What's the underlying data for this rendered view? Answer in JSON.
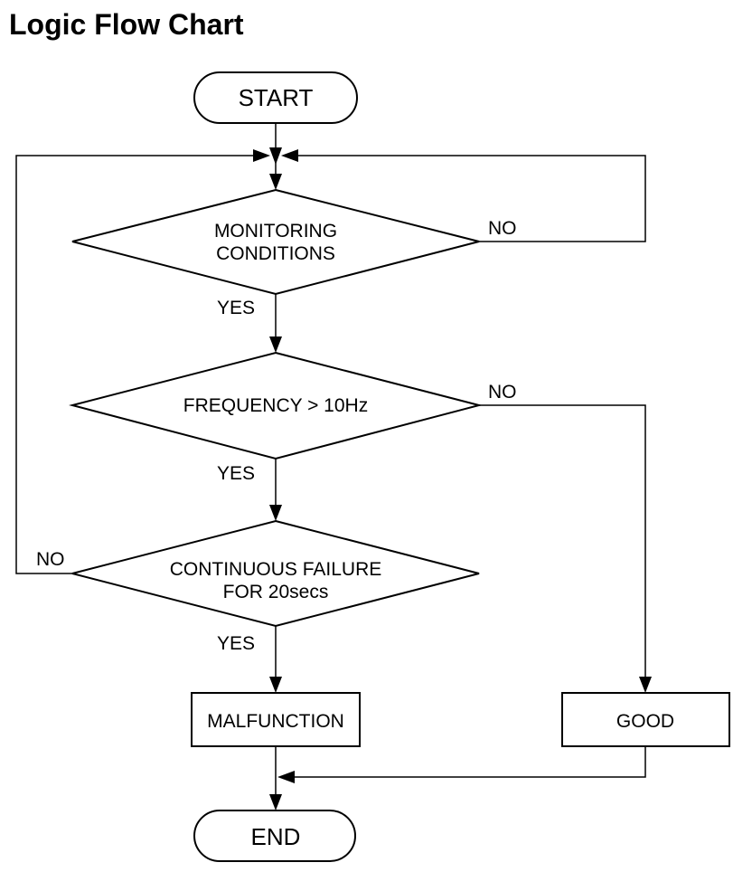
{
  "title": "Logic Flow Chart",
  "nodes": {
    "start": "START",
    "monitoring_line1": "MONITORING",
    "monitoring_line2": "CONDITIONS",
    "frequency": "FREQUENCY > 10Hz",
    "failure_line1": "CONTINUOUS FAILURE",
    "failure_line2": "FOR 20secs",
    "malfunction": "MALFUNCTION",
    "good": "GOOD",
    "end": "END"
  },
  "edges": {
    "monitoring_yes": "YES",
    "monitoring_no": "NO",
    "frequency_yes": "YES",
    "frequency_no": "NO",
    "failure_yes": "YES",
    "failure_no": "NO"
  }
}
